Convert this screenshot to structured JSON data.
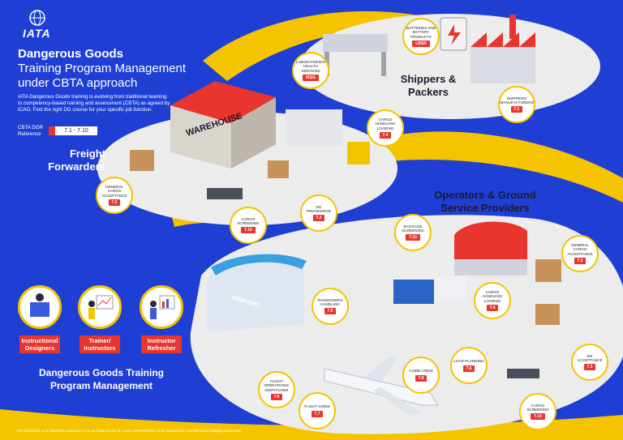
{
  "logo": {
    "text": "IATA"
  },
  "header": {
    "title": "Dangerous Goods",
    "subtitle_line1": "Training Program Management",
    "subtitle_line2": "under CBTA approach",
    "description": "IATA Dangerous Goods training is evolving from traditional learning to competency-based training and assessment (CBTA) as agreed by ICAO. Find the right DG course for your specific job function.",
    "reference_label_line1": "CBTA DGR",
    "reference_label_line2": "Reference",
    "reference_value": "7.1 - 7.10"
  },
  "sections": {
    "shippers_line1": "Shippers &",
    "shippers_line2": "Packers",
    "freight_line1": "Freight",
    "freight_line2": "Forwarders",
    "operators_line1": "Operators & Ground",
    "operators_line2": "Service Providers",
    "dgtpm_line1": "Dangerous Goods Training",
    "dgtpm_line2": "Program Management"
  },
  "labels": {
    "warehouse": "WAREHOUSE",
    "airport": "AIRPORT"
  },
  "bubbles": {
    "batteries": {
      "label": "BATTERIES AND BATTERY PRODUCTS",
      "code": "LBSR"
    },
    "laboratories": {
      "label": "LABORATORIES/ HEALTH SERVICES",
      "code": "ISSG"
    },
    "shippers_manuf": {
      "label": "SHIPPERS/ MANUFACTURERS",
      "code": "7.1"
    },
    "cargo_handling_ff": {
      "label": "CARGO HANDLING/ LOADING",
      "code": "7.4"
    },
    "general_cargo_ff": {
      "label": "GENERAL CARGO ACCEPTANCE",
      "code": "7.2"
    },
    "cargo_screening_ff": {
      "label": "CARGO SCREENING",
      "code": "7.10"
    },
    "dg_processing": {
      "label": "DG PROCESSING",
      "code": "7.3"
    },
    "baggage_screening": {
      "label": "BAGGAGE SCREENING",
      "code": "7.10"
    },
    "general_cargo_op": {
      "label": "GENERAL CARGO ACCEPTANCE",
      "code": "7.2"
    },
    "passengers_handling": {
      "label": "PASSENGERS HANDLING",
      "code": "7.5"
    },
    "cargo_handling_op": {
      "label": "CARGO HANDLING/ LOADING",
      "code": "7.4"
    },
    "load_planning": {
      "label": "LOAD PLANNING",
      "code": "7.6"
    },
    "dg_acceptance": {
      "label": "DG ACCEPTANCE",
      "code": "7.3"
    },
    "cabin_crew": {
      "label": "CABIN CREW",
      "code": "7.9"
    },
    "flight_ops": {
      "label": "FLIGHT OPERATIONS/ DISPATCHER",
      "code": "7.8"
    },
    "flight_crew": {
      "label": "FLIGHT CREW",
      "code": "7.7"
    },
    "cargo_screening_op": {
      "label": "CARGO SCREENING",
      "code": "7.10"
    }
  },
  "training": {
    "instructional": "Instructional Designers",
    "trainer": "Trainer/ Instructors",
    "refresher": "Instructor Refresher"
  },
  "footer": "This pictogram is for illustrative purposes only and may not be an exact representation of DG preparation, handling and shipping processes.",
  "colors": {
    "background": "#1f3fd4",
    "accent_yellow": "#f5c400",
    "accent_red": "#e8352e",
    "island": "#ececec"
  }
}
